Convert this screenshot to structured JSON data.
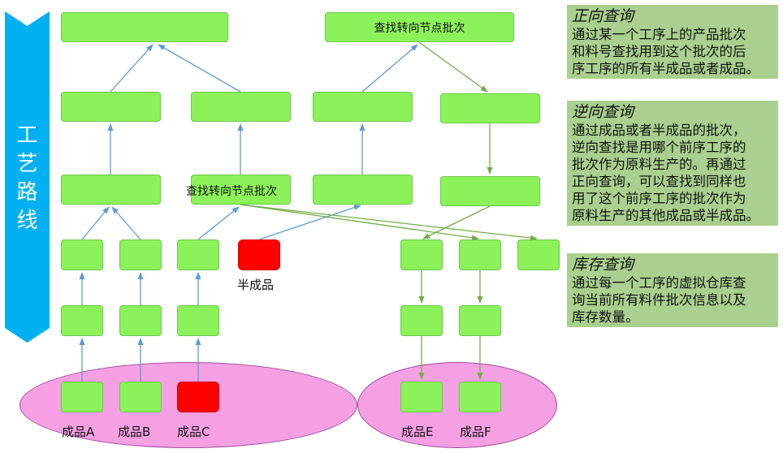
{
  "banner": {
    "chars": [
      "工",
      "艺",
      "路",
      "线"
    ]
  },
  "nodes": {
    "query_node": "查找转向节点批次",
    "query_node_overlay": "查找转向节点批次"
  },
  "labels": {
    "semi_finished": "半成品",
    "product_a": "成品A",
    "product_b": "成品B",
    "product_c": "成品C",
    "product_e": "成品E",
    "product_f": "成品F"
  },
  "panels": [
    {
      "title": "正向查询",
      "lines": [
        "通过某一个工序上的产品批次",
        "和料号查找用到这个批次的后",
        "序工序的所有半成品或者成品。"
      ]
    },
    {
      "title": "逆向查询",
      "lines": [
        "通过成品或者半成品的批次，",
        "逆向查找是用哪个前序工序的",
        "批次作为原料生产的。再通过",
        "正向查询，可以查找到同样也",
        "用了这个前序工序的批次作为",
        "原料生产的其他成品或半成品。"
      ]
    },
    {
      "title": "库存查询",
      "lines": [
        "通过每一个工序的虚拟仓库查",
        "询当前所有料件批次信息以及",
        "库存数量。"
      ]
    }
  ],
  "colors": {
    "node": "#8cf25a",
    "node_border": "#6cc84a",
    "highlight": "#ff0000",
    "ellipse": "#f5a0e3",
    "ellipse_border": "#a24ea0",
    "banner": "#00b0f0",
    "panel": "#a9d08e",
    "arrow_blue": "#5b9bd5",
    "arrow_green": "#70ad47"
  }
}
